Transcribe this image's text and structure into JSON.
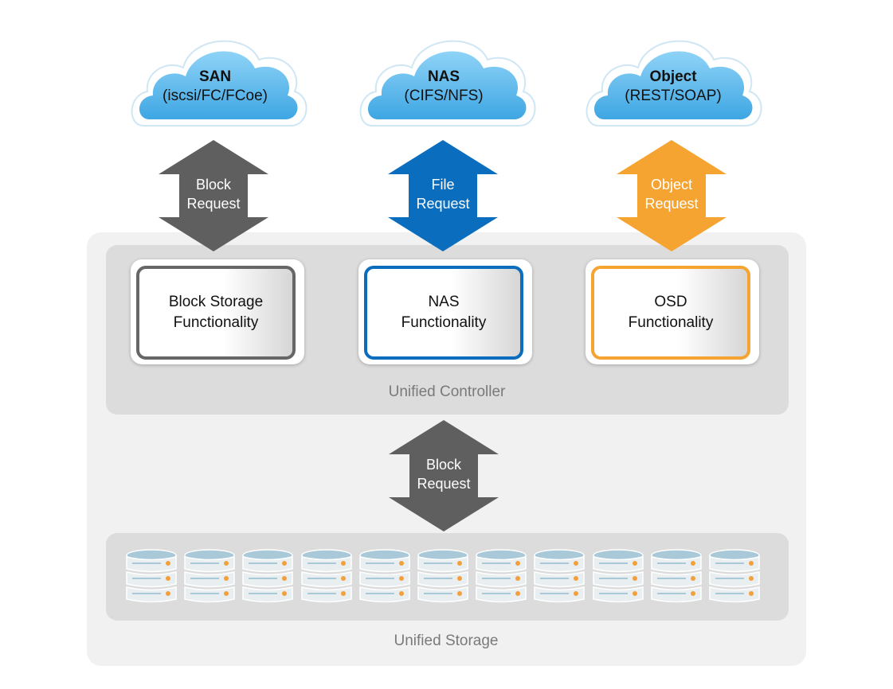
{
  "clouds": [
    {
      "title": "SAN",
      "subtitle": "(iscsi/FC/FCoe)"
    },
    {
      "title": "NAS",
      "subtitle": "(CIFS/NFS)"
    },
    {
      "title": "Object",
      "subtitle": "(REST/SOAP)"
    }
  ],
  "arrows": [
    {
      "line1": "Block",
      "line2": "Request",
      "color": "#5f5f5f"
    },
    {
      "line1": "File",
      "line2": "Request",
      "color": "#0b6dbd"
    },
    {
      "line1": "Object",
      "line2": "Request",
      "color": "#f5a431"
    },
    {
      "line1": "Block",
      "line2": "Request",
      "color": "#5f5f5f"
    }
  ],
  "functions": [
    {
      "line1": "Block Storage",
      "line2": "Functionality",
      "color": "#666666"
    },
    {
      "line1": "NAS",
      "line2": "Functionality",
      "color": "#0b6dbd"
    },
    {
      "line1": "OSD",
      "line2": "Functionality",
      "color": "#f5a431"
    }
  ],
  "controller_label": "Unified Controller",
  "storage_label": "Unified Storage",
  "colors": {
    "cloud": "#5bb6ea",
    "disk": "#a9c9d8",
    "disk_led": "#f2a03c"
  }
}
